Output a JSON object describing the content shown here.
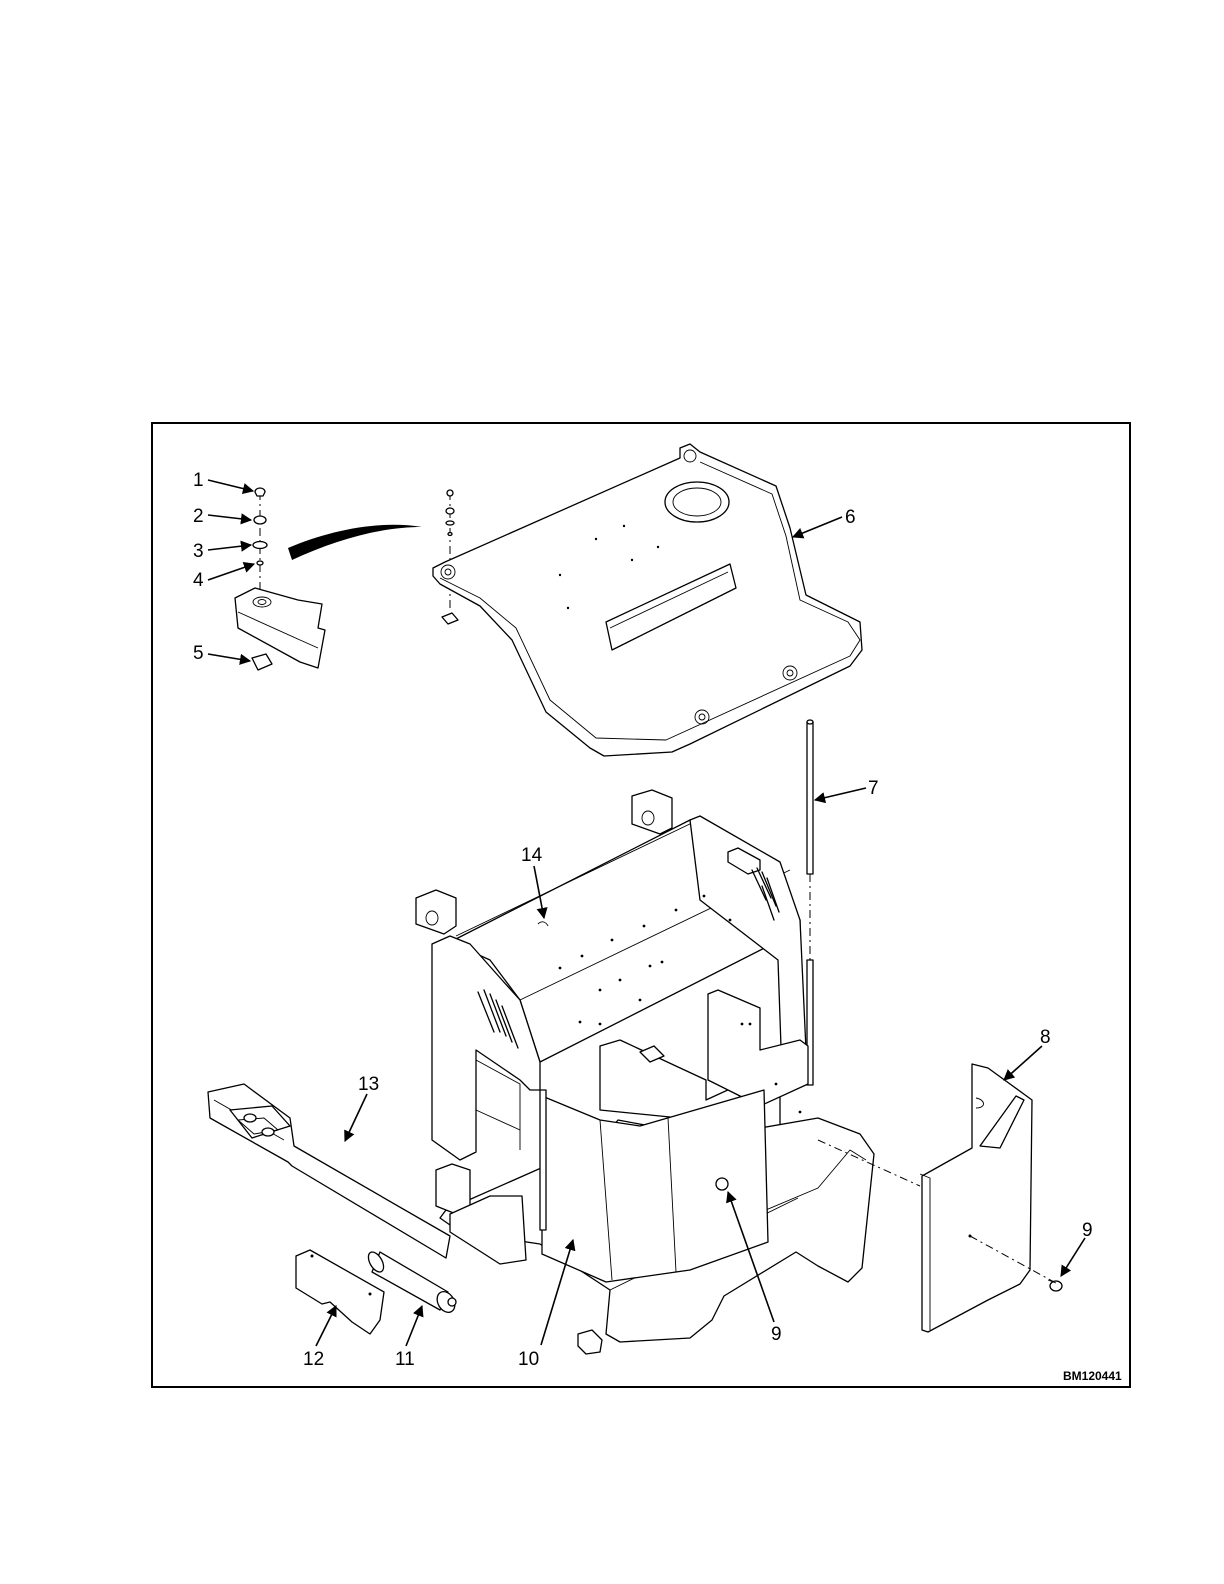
{
  "diagram": {
    "drawing_code": "BM120441",
    "callouts": [
      {
        "id": "c1",
        "text": "1"
      },
      {
        "id": "c2",
        "text": "2"
      },
      {
        "id": "c3",
        "text": "3"
      },
      {
        "id": "c4",
        "text": "4"
      },
      {
        "id": "c5",
        "text": "5"
      },
      {
        "id": "c6",
        "text": "6"
      },
      {
        "id": "c7",
        "text": "7"
      },
      {
        "id": "c8",
        "text": "8"
      },
      {
        "id": "c9a",
        "text": "9"
      },
      {
        "id": "c9b",
        "text": "9"
      },
      {
        "id": "c10",
        "text": "10"
      },
      {
        "id": "c11",
        "text": "11"
      },
      {
        "id": "c12",
        "text": "12"
      },
      {
        "id": "c13",
        "text": "13"
      },
      {
        "id": "c14",
        "text": "14"
      }
    ]
  }
}
